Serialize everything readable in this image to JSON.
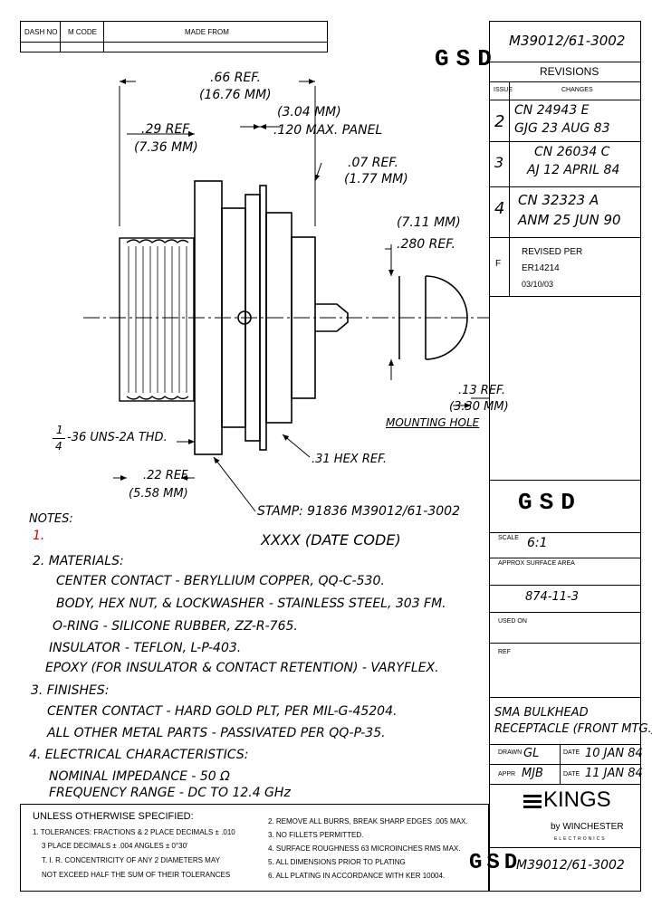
{
  "header": {
    "dash_no": "DASH NO",
    "m_code": "M CODE",
    "made_from": "MADE FROM"
  },
  "logo_gsd": "GSD",
  "part_number": "M39012/61-3002",
  "revisions": {
    "title": "REVISIONS",
    "col_issue": "ISSUE",
    "col_changes": "CHANGES",
    "rows": [
      {
        "issue": "2",
        "line1": "CN 24943 E",
        "line2": "GJG  23 AUG 83"
      },
      {
        "issue": "3",
        "line1": "CN 26034 C",
        "line2": "AJ  12 APRIL 84"
      },
      {
        "issue": "4",
        "line1": "CN   32323 A",
        "line2": "ANM   25 JUN 90"
      },
      {
        "issue": "F",
        "line1": "REVISED PER",
        "line2": "ER14214",
        "line3": "03/10/03"
      }
    ]
  },
  "dimensions": {
    "overall": ".66 REF.",
    "overall_mm": "(16.76 MM)",
    "d29": ".29 REF.",
    "d29_mm": "(7.36 MM)",
    "panel_mm": "(3.04 MM)",
    "panel": ".120 MAX. PANEL",
    "d07": ".07 REF.",
    "d07_mm": "(1.77 MM)",
    "hole_mm": "(7.11 MM)",
    "hole": ".280 REF.",
    "d13": ".13 REF.",
    "d13_mm": "(3.30 MM)",
    "mounting_hole": "MOUNTING HOLE",
    "thread": "1/4 -36 UNS-2A THD.",
    "thread_num": "1",
    "thread_den": "4",
    "thread_text": "-36 UNS-2A THD.",
    "hex": ".31 HEX REF.",
    "d22": ".22 REF.",
    "d22_mm": "(5.58 MM)",
    "stamp": "STAMP: 91836 M39012/61-3002",
    "date_code": "XXXX  (DATE CODE)"
  },
  "notes": {
    "title": "NOTES:",
    "n1": "1.",
    "materials_title": "2. MATERIALS:",
    "materials": [
      "CENTER CONTACT - BERYLLIUM COPPER, QQ-C-530.",
      "BODY, HEX NUT, & LOCKWASHER - STAINLESS STEEL, 303 FM.",
      "O-RING - SILICONE RUBBER, ZZ-R-765.",
      "INSULATOR - TEFLON, L-P-403.",
      "EPOXY (FOR INSULATOR & CONTACT RETENTION) - VARYFLEX."
    ],
    "finishes_title": "3. FINISHES:",
    "finishes": [
      "CENTER CONTACT - HARD GOLD PLT, PER MIL-G-45204.",
      "ALL OTHER METAL PARTS - PASSIVATED PER QQ-P-35."
    ],
    "electrical_title": "4. ELECTRICAL CHARACTERISTICS:",
    "electrical": [
      "NOMINAL IMPEDANCE - 50 Ω",
      "FREQUENCY RANGE - DC TO 12.4 GHz"
    ]
  },
  "specified": {
    "title": "UNLESS OTHERWISE SPECIFIED:",
    "left": [
      "1. TOLERANCES: FRACTIONS & 2 PLACE DECIMALS ± .010",
      "3 PLACE DECIMALS ± .004          ANGLES ± 0°30'",
      "T. I. R. CONCENTRICITY OF ANY 2 DIAMETERS MAY",
      "NOT EXCEED HALF THE SUM OF THEIR TOLERANCES"
    ],
    "right": [
      "2. REMOVE ALL BURRS, BREAK SHARP EDGES .005 MAX.",
      "3. NO FILLETS PERMITTED.",
      "4. SURFACE ROUGHNESS 63 MICROINCHES RMS MAX.",
      "5. ALL DIMENSIONS PRIOR TO PLATING",
      "6. ALL PLATING IN ACCORDANCE WITH KER 10004."
    ]
  },
  "titleblock": {
    "scale_label": "SCALE",
    "scale_value": "6:1",
    "approx_label": "APPROX SURFACE AREA",
    "ref_number": "874-11-3",
    "used_on_label": "USED ON",
    "ref_label": "REF",
    "title_line1": "SMA BULKHEAD",
    "title_line2": "RECEPTACLE (FRONT MTG.)",
    "drawn_label": "DRAWN",
    "drawn_value": "GL",
    "date_label": "DATE",
    "drawn_date": "10 JAN 84",
    "appr_label": "APPR",
    "appr_value": "MJB",
    "appr_date": "11 JAN 84",
    "company": "KINGS",
    "company_sub1": "by WINCHESTER",
    "company_sub2": "ELECTRONICS"
  }
}
